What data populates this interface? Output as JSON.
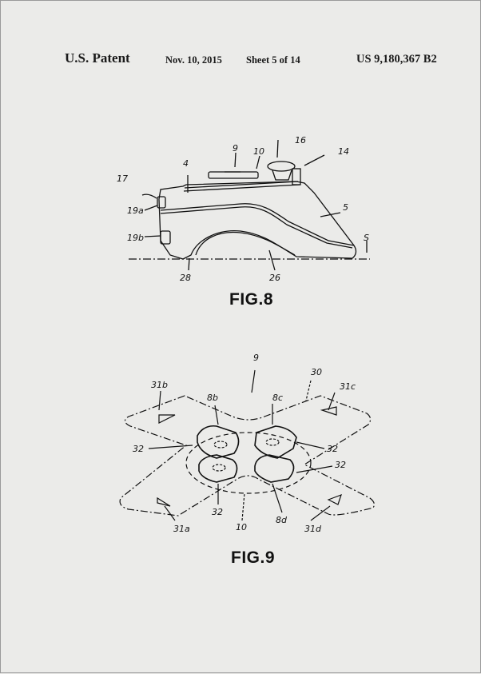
{
  "header": {
    "title": "U.S. Patent",
    "date": "Nov. 10, 2015",
    "sheet": "Sheet 5 of 14",
    "patent_number": "US 9,180,367 B2"
  },
  "figures": [
    {
      "label": "FIG.8",
      "reference_numerals": [
        "4",
        "5",
        "9",
        "10",
        "14",
        "16",
        "17",
        "19a",
        "19b",
        "26",
        "28",
        "S"
      ]
    },
    {
      "label": "FIG.9",
      "reference_numerals": [
        "9",
        "30",
        "31a",
        "31b",
        "31c",
        "31d",
        "8b",
        "8c",
        "8d",
        "32",
        "32",
        "32",
        "32",
        "10"
      ]
    }
  ]
}
